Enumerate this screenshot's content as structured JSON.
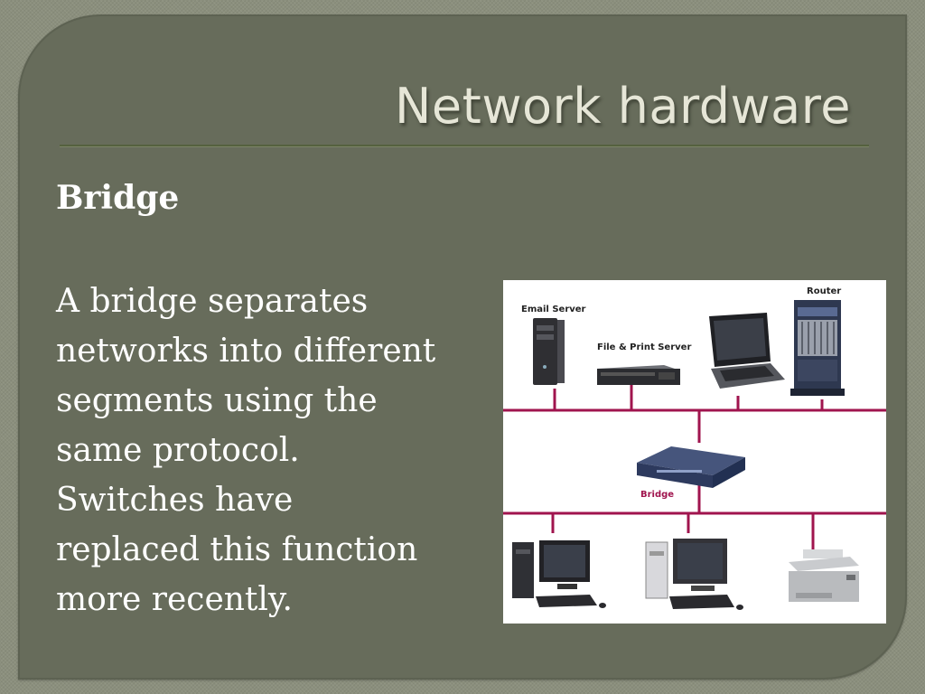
{
  "slide": {
    "title": "Network hardware",
    "subheading": "Bridge",
    "body_lines": [
      "A bridge separates",
      "networks into different",
      "segments using the",
      "same protocol.",
      "Switches have",
      "replaced this function",
      "more recently."
    ]
  },
  "diagram": {
    "labels": {
      "email_server": "Email Server",
      "file_print_server": "File & Print Server",
      "router": "Router",
      "bridge": "Bridge"
    },
    "colors": {
      "network_line": "#a0144e",
      "background": "#676c5b",
      "title_text": "#e6e6d7"
    }
  }
}
